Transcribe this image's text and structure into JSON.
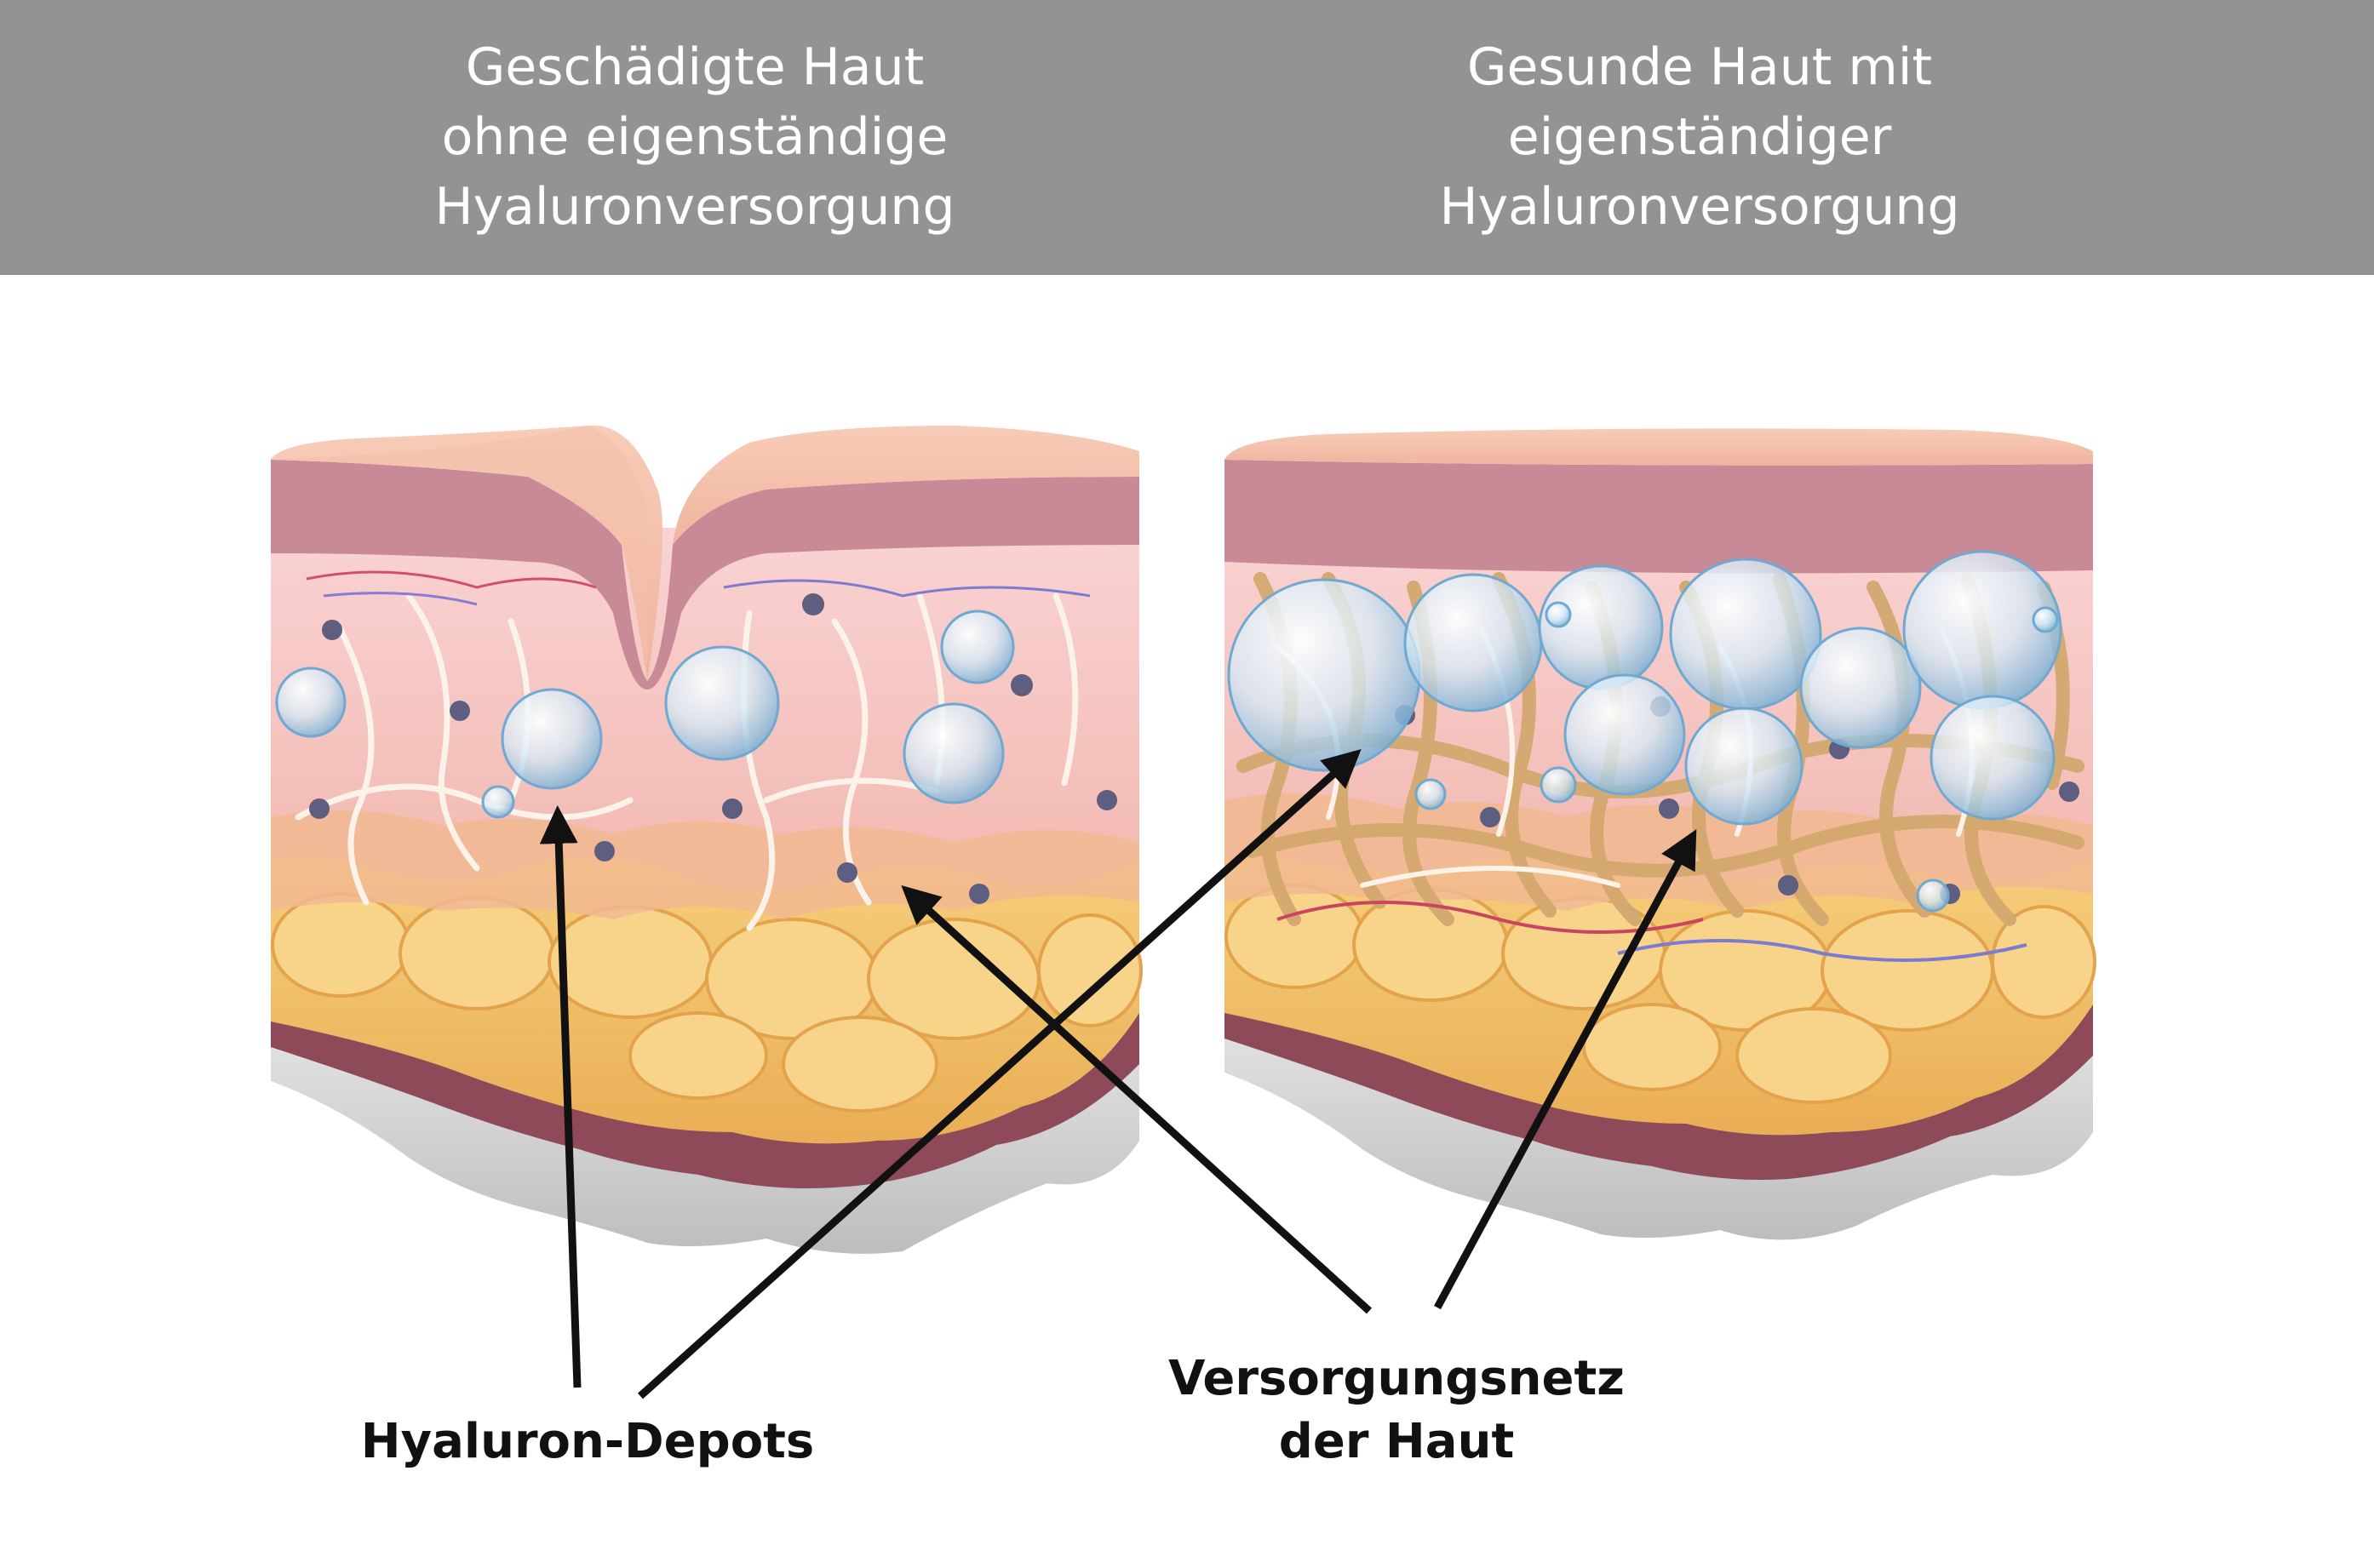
{
  "header": {
    "left_title": [
      "Geschädigte Haut",
      "ohne eigenständige",
      "Hyaluronversorgung"
    ],
    "right_title": [
      "Gesunde Haut mit",
      "eigenständiger",
      "Hyaluronversorgung"
    ]
  },
  "labels": {
    "depots": "Hyaluron-Depots",
    "netz": [
      "Versorgungsnetz",
      "der Haut"
    ]
  },
  "colors": {
    "header_bg": "#939393",
    "epidermis": "#c98a98",
    "dermis": "#f6c9c9",
    "fat": "#f3c46e",
    "bubble": "#cfe6f5",
    "arrow": "#111111"
  }
}
